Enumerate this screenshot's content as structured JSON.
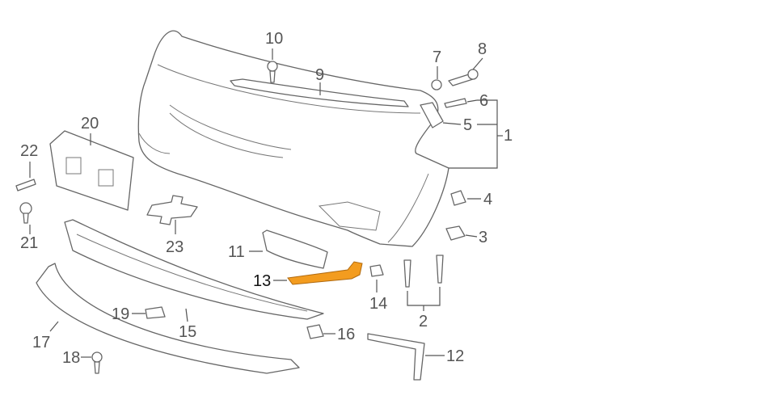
{
  "diagram": {
    "title": "Front Bumper Components",
    "highlight_color": "#f39c1f",
    "highlighted_part": "13",
    "callouts": [
      {
        "id": "1",
        "label": "1"
      },
      {
        "id": "2",
        "label": "2"
      },
      {
        "id": "3",
        "label": "3"
      },
      {
        "id": "4",
        "label": "4"
      },
      {
        "id": "5",
        "label": "5"
      },
      {
        "id": "6",
        "label": "6"
      },
      {
        "id": "7",
        "label": "7"
      },
      {
        "id": "8",
        "label": "8"
      },
      {
        "id": "9",
        "label": "9"
      },
      {
        "id": "10",
        "label": "10"
      },
      {
        "id": "11",
        "label": "11"
      },
      {
        "id": "12",
        "label": "12"
      },
      {
        "id": "13",
        "label": "13"
      },
      {
        "id": "14",
        "label": "14"
      },
      {
        "id": "15",
        "label": "15"
      },
      {
        "id": "16",
        "label": "16"
      },
      {
        "id": "17",
        "label": "17"
      },
      {
        "id": "18",
        "label": "18"
      },
      {
        "id": "19",
        "label": "19"
      },
      {
        "id": "20",
        "label": "20"
      },
      {
        "id": "21",
        "label": "21"
      },
      {
        "id": "22",
        "label": "22"
      },
      {
        "id": "23",
        "label": "23"
      }
    ]
  }
}
